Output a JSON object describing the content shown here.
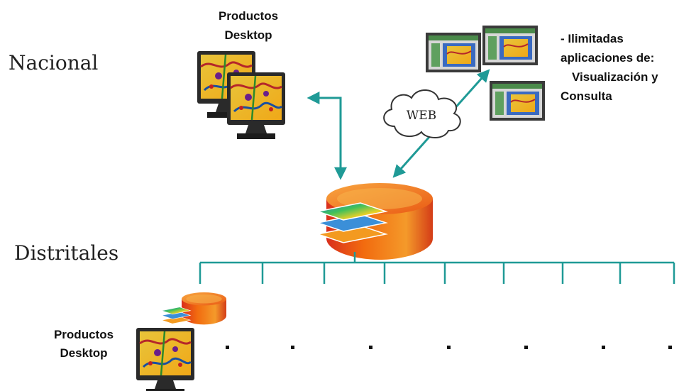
{
  "levels": {
    "national": "Nacional",
    "district": "Distritales"
  },
  "desktop_top": {
    "line1": "Productos",
    "line2": "Desktop"
  },
  "desktop_bottom": {
    "line1": "Productos",
    "line2": "Desktop"
  },
  "web": {
    "label": "WEB"
  },
  "web_apps_note": {
    "line1": "- Ilimitadas",
    "line2": "aplicaciones de:",
    "line3": "Visualización y",
    "line4": "Consulta"
  },
  "colors": {
    "connector": "#1f9a96",
    "monitor_frame": "#1c1c1c",
    "map_bg": "#f0c020",
    "database_orange": "#f26b0f",
    "database_red": "#d92f1c"
  },
  "icons": {
    "desktop": "desktop-monitor-icon",
    "database": "geodatabase-icon",
    "web_app": "web-app-window-icon",
    "cloud": "cloud-icon"
  }
}
